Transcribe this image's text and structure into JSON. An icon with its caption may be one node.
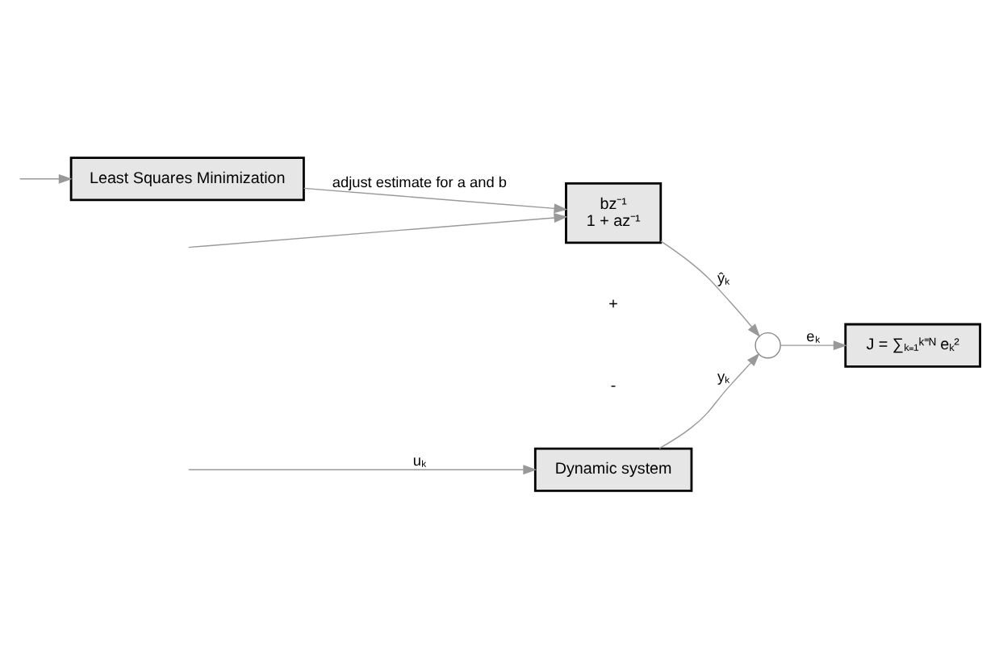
{
  "diagram": {
    "nodes": [
      {
        "text": [
          "Dynamic system"
        ]
      },
      {
        "text": [
          "bz⁻¹",
          "1 + az⁻¹"
        ]
      },
      {
        "text": [],
        "shape": "circle"
      },
      {
        "text": [
          "J = ∑ₖ₌₁ᵏ⁼ᴺ eₖ²"
        ]
      },
      {
        "text": [
          "Least Squares Minimization"
        ]
      }
    ],
    "edges": [
      {
        "from": null,
        "to": 0,
        "arrow": "to",
        "label": "uₖ"
      },
      {
        "from": null,
        "to": 1,
        "arrow": "to"
      },
      {
        "from": 0,
        "to": 2,
        "arrow": "to",
        "label": "yₖ"
      },
      {
        "from": 1,
        "to": 2,
        "arrow": "to",
        "label": "ŷₖ"
      },
      {
        "from": 2,
        "to": 3,
        "arrow": "to",
        "label": "eₖ"
      },
      {
        "from": null,
        "to": 4,
        "arrow": "to"
      },
      {
        "from": 4,
        "to": 1,
        "arrow": "to",
        "label": "adjust estimate for a and b"
      }
    ],
    "labels": [
      "+",
      "-"
    ]
  }
}
